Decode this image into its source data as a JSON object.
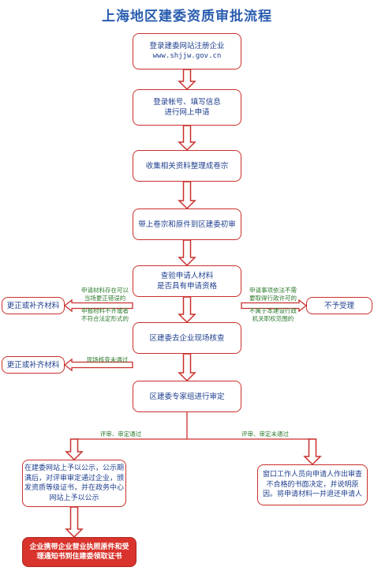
{
  "title": "上海地区建委资质审批流程",
  "colors": {
    "border": "#c9302c",
    "arrow": "#c9302c",
    "arrow_fill": "#ffffff",
    "text": "#1f3f8f",
    "note": "#2c7a2c",
    "title": "#2a5db0",
    "final_fill": "#d8332c"
  },
  "steps": {
    "register": {
      "line1": "登录建委网站注册企业",
      "line2": "www.shjjw.gov.cn"
    },
    "login": {
      "line1": "登录帐号、填写信息",
      "line2": "进行网上申请"
    },
    "collect": {
      "text": "收集相关资料整理成卷宗"
    },
    "submit": {
      "text": "带上卷宗和原件到区建委初审"
    },
    "check": {
      "line1": "查验申请人材料",
      "line2": "是否具有申请资格"
    },
    "site": {
      "text": "区建委去企业现场核查"
    },
    "expert": {
      "text": "区建委专家组进行审定"
    },
    "publicize": {
      "line1": "在建委网站上予以公示，公示期",
      "line2": "满后，对评审审定通过企业，颁",
      "line3": "发资质等级证书，并在政务中心",
      "line4": "网站上予以公示"
    },
    "reject_notice": {
      "line1": "窗口工作人员向申请人作出审查",
      "line2": "不合格的书面决定，并说明原",
      "line3": "因。将申请材料一并退还申请人"
    },
    "final": {
      "line1": "企业携带企业营业执照原件和受",
      "line2": "理通知书到住建委领取证书"
    }
  },
  "side_boxes": {
    "correct1": "更正或补齐材料",
    "correct2": "更正或补齐材料",
    "not_accept": "不予受理"
  },
  "notes": {
    "fixable": {
      "line1": "申请材料存在可以",
      "line2": "当场更正错误的"
    },
    "incomplete": {
      "line1": "申报材料不齐或者",
      "line2": "不符合法定形式的"
    },
    "no_permit": {
      "line1": "申请事项依法不需",
      "line2": "要取得行政许可的"
    },
    "out_of_scope": {
      "line1": "不属于本建设行政",
      "line2": "机关职权范围的"
    },
    "site_failed": "现场核查未通过",
    "passed": "评审、审定通过",
    "not_passed": "评审、审定未通过"
  }
}
